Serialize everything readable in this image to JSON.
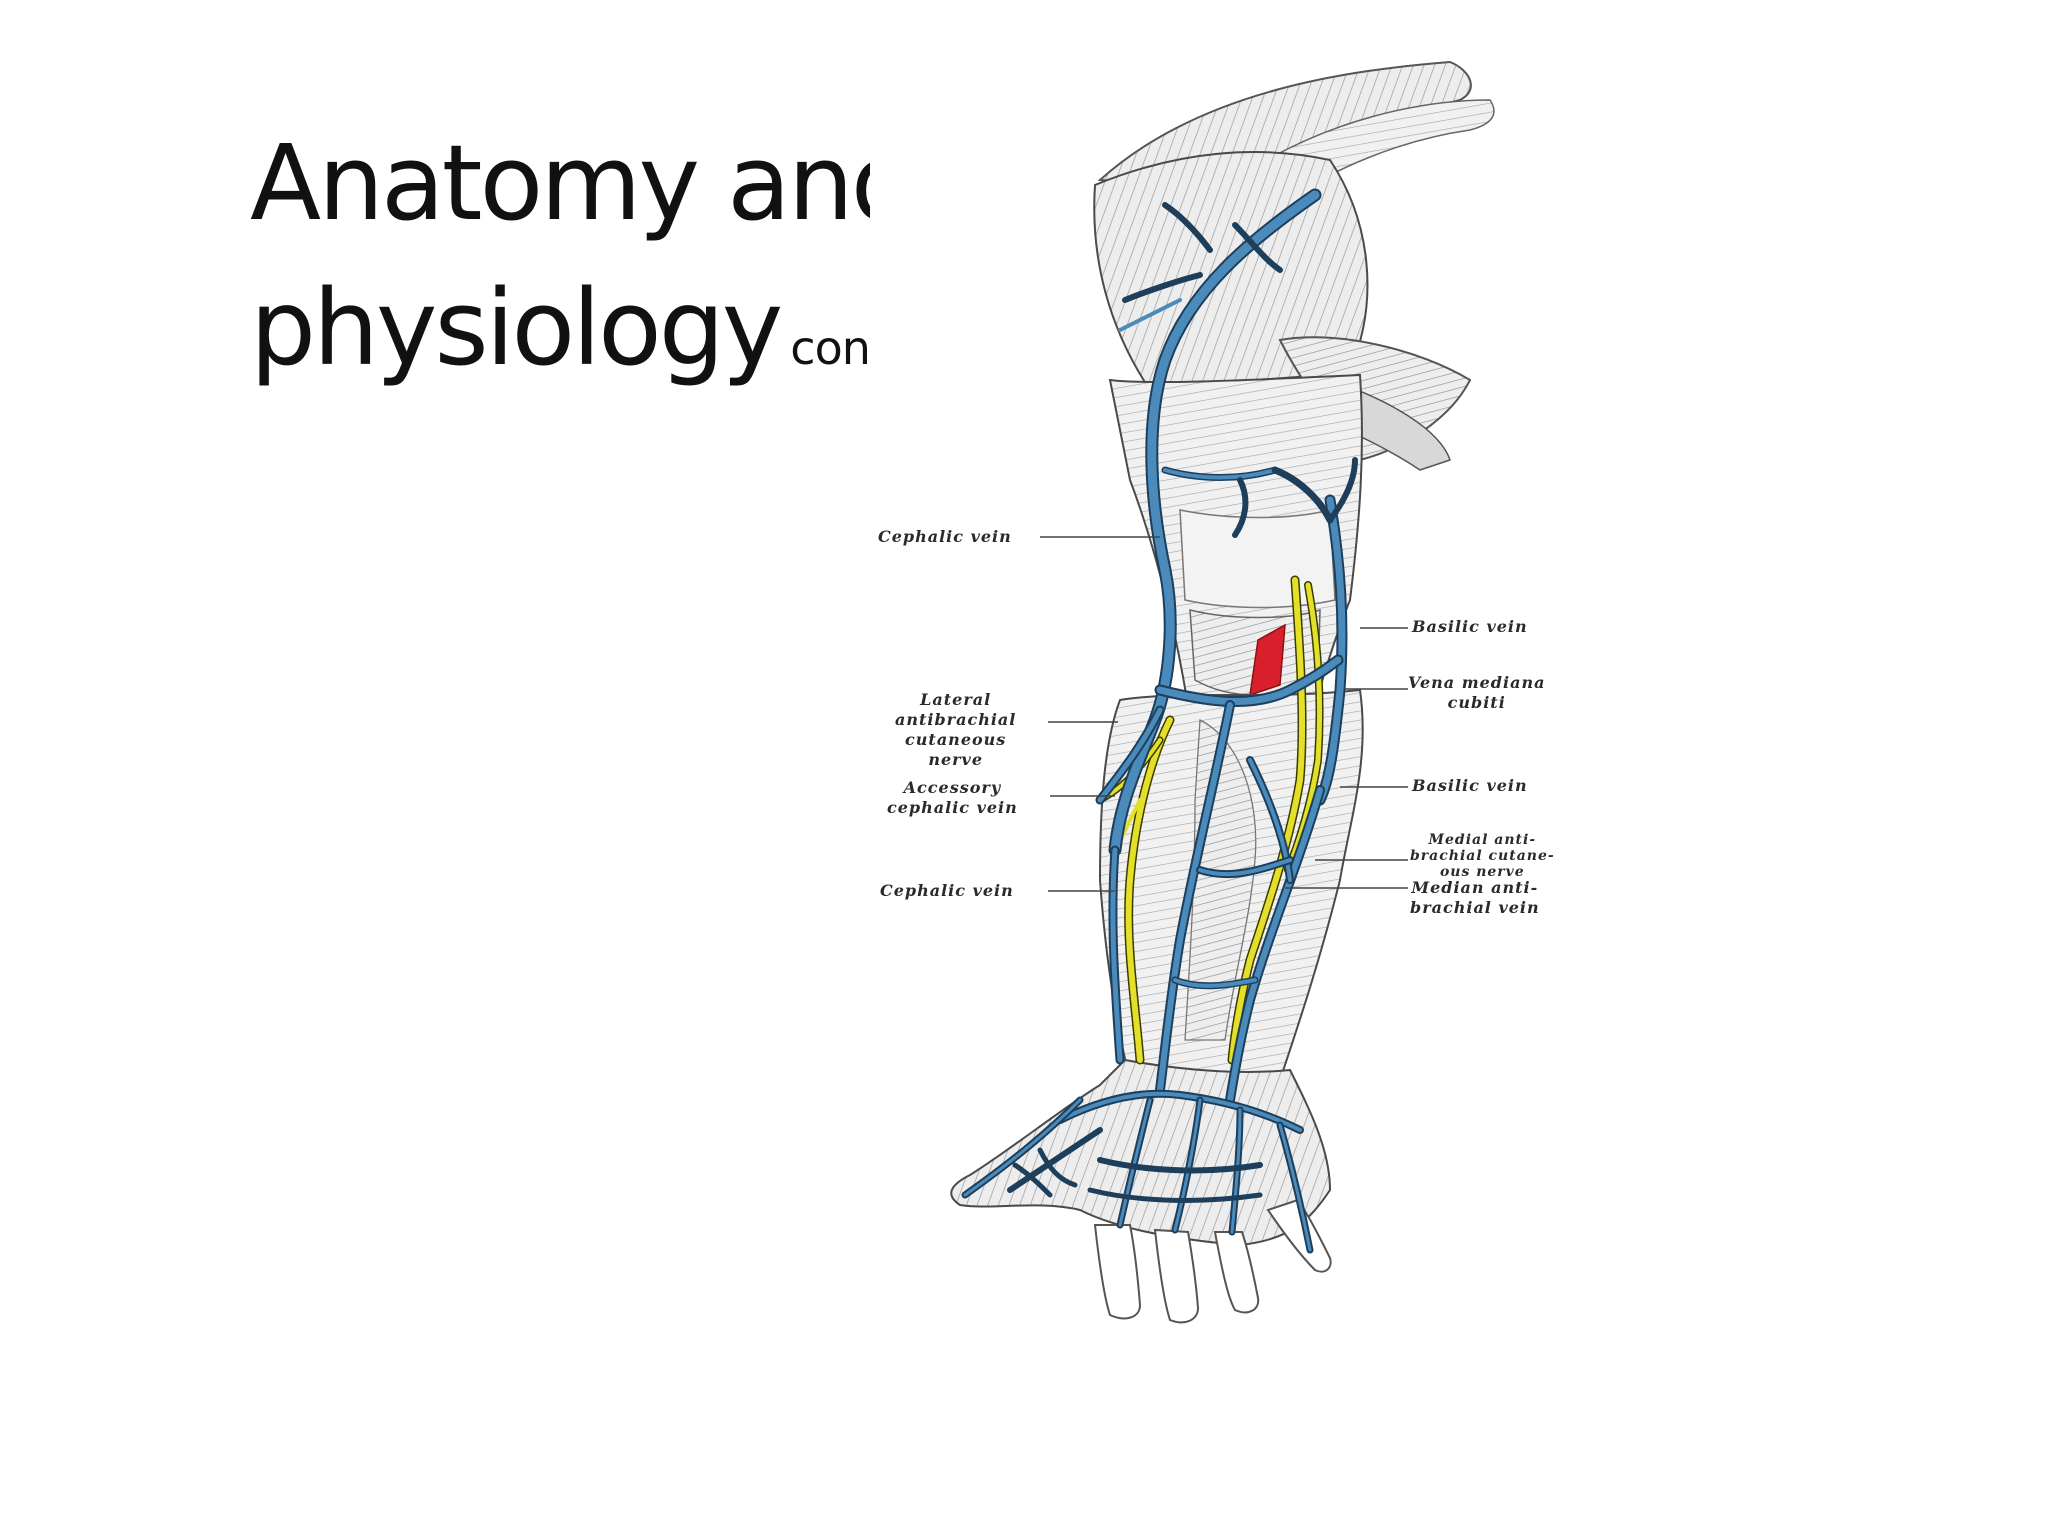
{
  "slide": {
    "title_line1": "Anatomy and",
    "title_line2": "physiology",
    "title_suffix": "cont"
  },
  "figure": {
    "labels": {
      "cephalic_vein_upper": "Cephalic vein",
      "basilic_vein_upper": "Basilic vein",
      "vena_mediana_cubiti": [
        "Vena mediana",
        "cubiti"
      ],
      "lateral_antibrachial_nerve": [
        "Lateral",
        "antibrachial",
        "cutaneous",
        "nerve"
      ],
      "accessory_cephalic_vein": [
        "Accessory",
        "cephalic vein"
      ],
      "basilic_vein_lower": "Basilic vein",
      "medial_antibrachial_nerve": [
        "Medial anti-",
        "brachial cutane-",
        "ous nerve"
      ],
      "cephalic_vein_lower": "Cephalic vein",
      "median_antibrachial_vein": [
        "Median anti-",
        "brachial vein"
      ]
    },
    "colors": {
      "vein": "#3d7fae",
      "vein_outline": "#1e3f5c",
      "nerve": "#e4e02a",
      "artery": "#d8202c",
      "muscle": "#e9e9e9",
      "hatching": "#8a8a8a"
    }
  }
}
